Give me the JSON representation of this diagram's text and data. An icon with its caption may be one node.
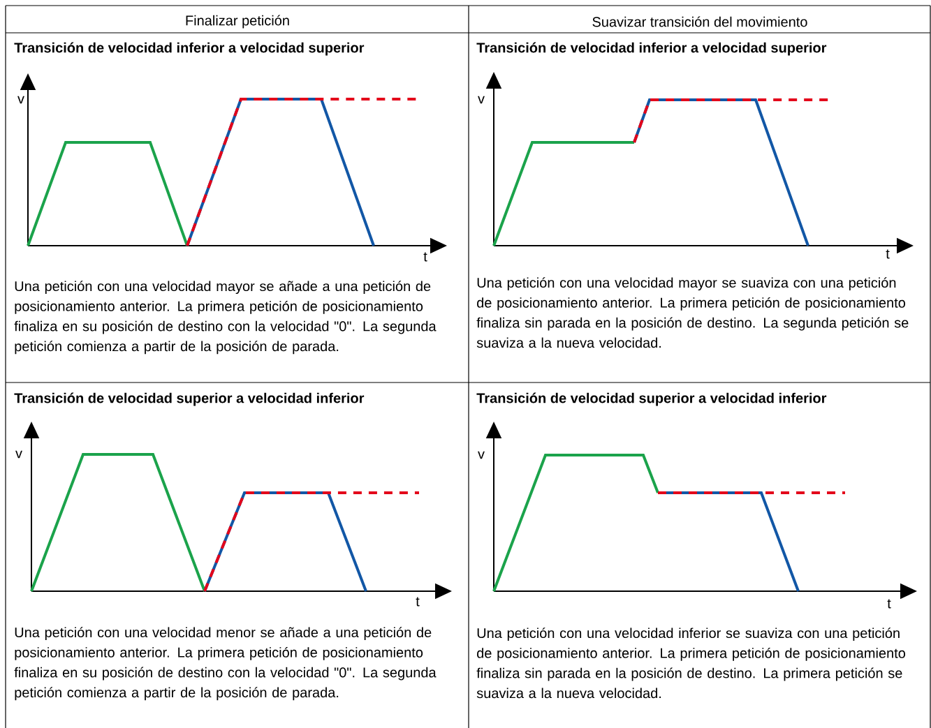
{
  "diagram": {
    "labels": [
      "Finalizar petición",
      "Suavizar transición del movimiento",
      "Transición de velocidad inferior a velocidad superior",
      "Transición de velocidad inferior a velocidad superior",
      "v",
      "t",
      "v",
      "t",
      "Una petición con una velocidad mayor se añade a una petición de posicionamiento anterior. La primera petición de posicionamiento finaliza en su posición de destino con la velocidad \"0\". La segunda petición comienza a partir de la posición de parada.",
      "Una petición con una velocidad mayor se suaviza con una petición de posicionamiento anterior. La primera petición de posicionamiento finaliza sin parada en la posición de destino. La segunda petición se suaviza a la nueva velocidad.",
      "Transición de velocidad superior a velocidad inferior",
      "Transición de velocidad superior a velocidad inferior",
      "v",
      "t",
      "v",
      "t",
      "Una petición con una velocidad menor se añade a una petición de posicionamiento anterior. La primera petición de posicionamiento finaliza en su posición de destino con la velocidad \"0\". La segunda petición comienza a partir de la posición de parada.",
      "Una petición con una velocidad inferior se suaviza con una petición de posicionamiento anterior. La primera petición de posicionamiento finaliza sin parada en la posición de destino. La primera petición se suaviza a la nueva velocidad."
    ]
  }
}
